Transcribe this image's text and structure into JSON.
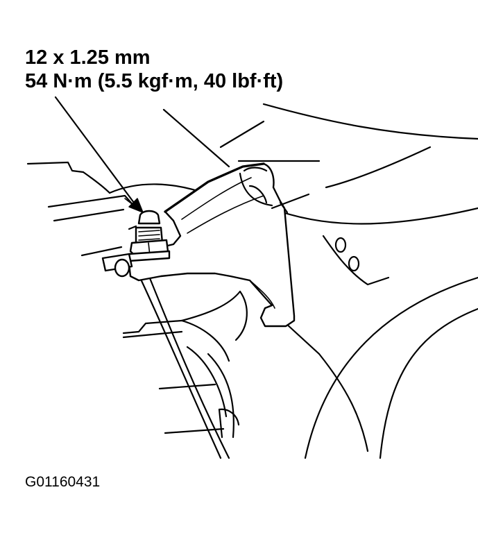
{
  "callout": {
    "thread_spec": "12 x 1.25 mm",
    "torque_spec": "54 N·m (5.5 kgf·m, 40 lbf·ft)"
  },
  "figure_id": "G01160431"
}
